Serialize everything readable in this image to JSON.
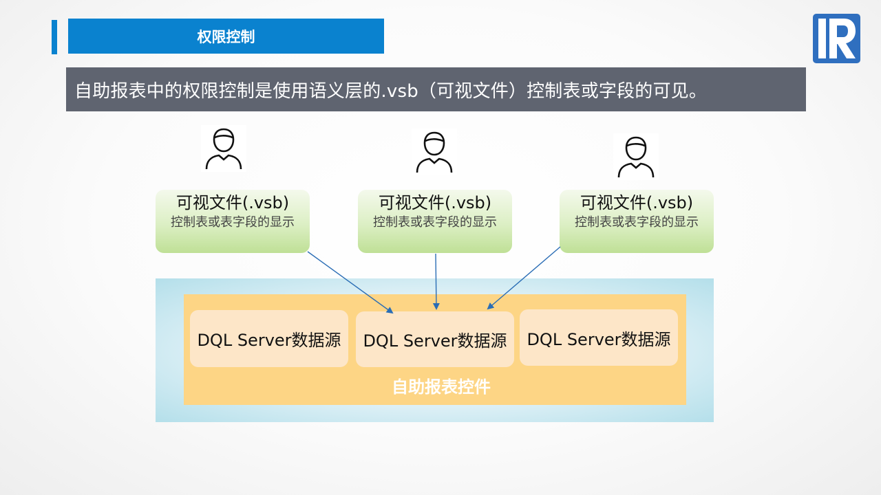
{
  "header": {
    "title": "权限控制"
  },
  "logo": {
    "name": "R-logo-icon",
    "color": "#2f6fbf"
  },
  "subtitle": {
    "text": "自助报表中的权限控制是使用语义层的.vsb（可视文件）控制表或字段的可见。"
  },
  "users": [
    {
      "icon": "user-icon"
    },
    {
      "icon": "user-icon"
    },
    {
      "icon": "user-icon"
    }
  ],
  "vsb_files": [
    {
      "title": "可视文件(.vsb)",
      "desc": "控制表或表字段的显示"
    },
    {
      "title": "可视文件(.vsb)",
      "desc": "控制表或表字段的显示"
    },
    {
      "title": "可视文件(.vsb)",
      "desc": "控制表或表字段的显示"
    }
  ],
  "datasources": [
    {
      "label": "DQL Server数据源"
    },
    {
      "label": "DQL Server数据源"
    },
    {
      "label": "DQL Server数据源"
    }
  ],
  "control": {
    "label": "自助报表控件"
  },
  "colors": {
    "accent_blue": "#0a82cf",
    "subtitle_bg": "#5f6470",
    "control_bg": "#fdd585",
    "datasource_bg": "#fde6c8",
    "vsb_green": "#bfe096",
    "arrow": "#2a6db5"
  }
}
